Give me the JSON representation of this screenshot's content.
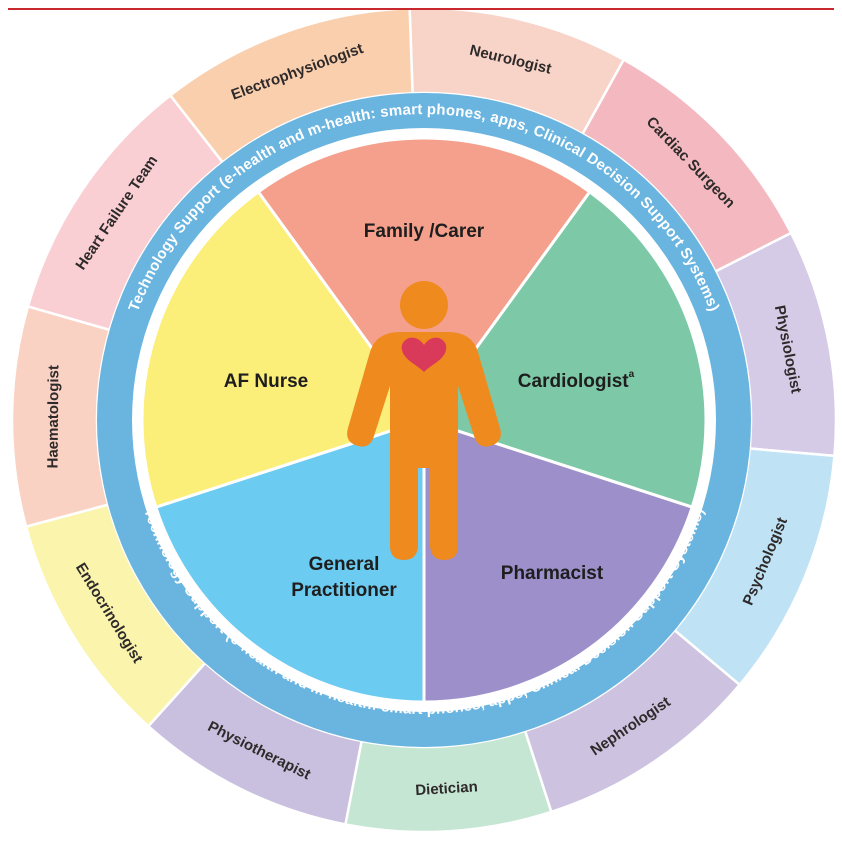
{
  "outer_ring": [
    {
      "label": "Neurologist",
      "color": "#f7d3c8"
    },
    {
      "label": "Cardiac Surgeon",
      "color": "#f4b9c0"
    },
    {
      "label": "Physiologist",
      "color": "#d6cbe6"
    },
    {
      "label": "Psychologist",
      "color": "#bfe3f5"
    },
    {
      "label": "Nephrologist",
      "color": "#cdc3e0"
    },
    {
      "label": "Dietician",
      "color": "#c6e6d4"
    },
    {
      "label": "Physiotherapist",
      "color": "#c9c0df"
    },
    {
      "label": "Endocrinologist",
      "color": "#fbf4ac"
    },
    {
      "label": "Haematologist",
      "color": "#f9d2c4"
    },
    {
      "label": "Heart Failure Team",
      "color": "#f9cfd3"
    },
    {
      "label": "Electrophysiologist",
      "color": "#f9cfae"
    }
  ],
  "tech_ring": {
    "upper_text": "Technology Support (e-health and m-health: smart phones, apps, Clinical Decision Support Systems)",
    "lower_text": "Technology Support (e-health and m-health: smart phones, apps, Clinical Decision Support Systems)",
    "color": "#6ab4e0"
  },
  "inner_segments": [
    {
      "label_lines": [
        "Family /Carer"
      ],
      "color": "#f4a08c"
    },
    {
      "label_lines": [
        "Cardiologist"
      ],
      "superscript": "a",
      "color": "#7dc9a7"
    },
    {
      "label_lines": [
        "Pharmacist"
      ],
      "color": "#9d8fca"
    },
    {
      "label_lines": [
        "General",
        "Practitioner"
      ],
      "color": "#6ccbf0"
    },
    {
      "label_lines": [
        "AF Nurse"
      ],
      "color": "#fbee79"
    }
  ],
  "center_person": {
    "icon": "person-with-heart-icon",
    "color": "#ef8a1f",
    "heart_color": "#d93a5a"
  },
  "accent_line_color": "#c8282e"
}
